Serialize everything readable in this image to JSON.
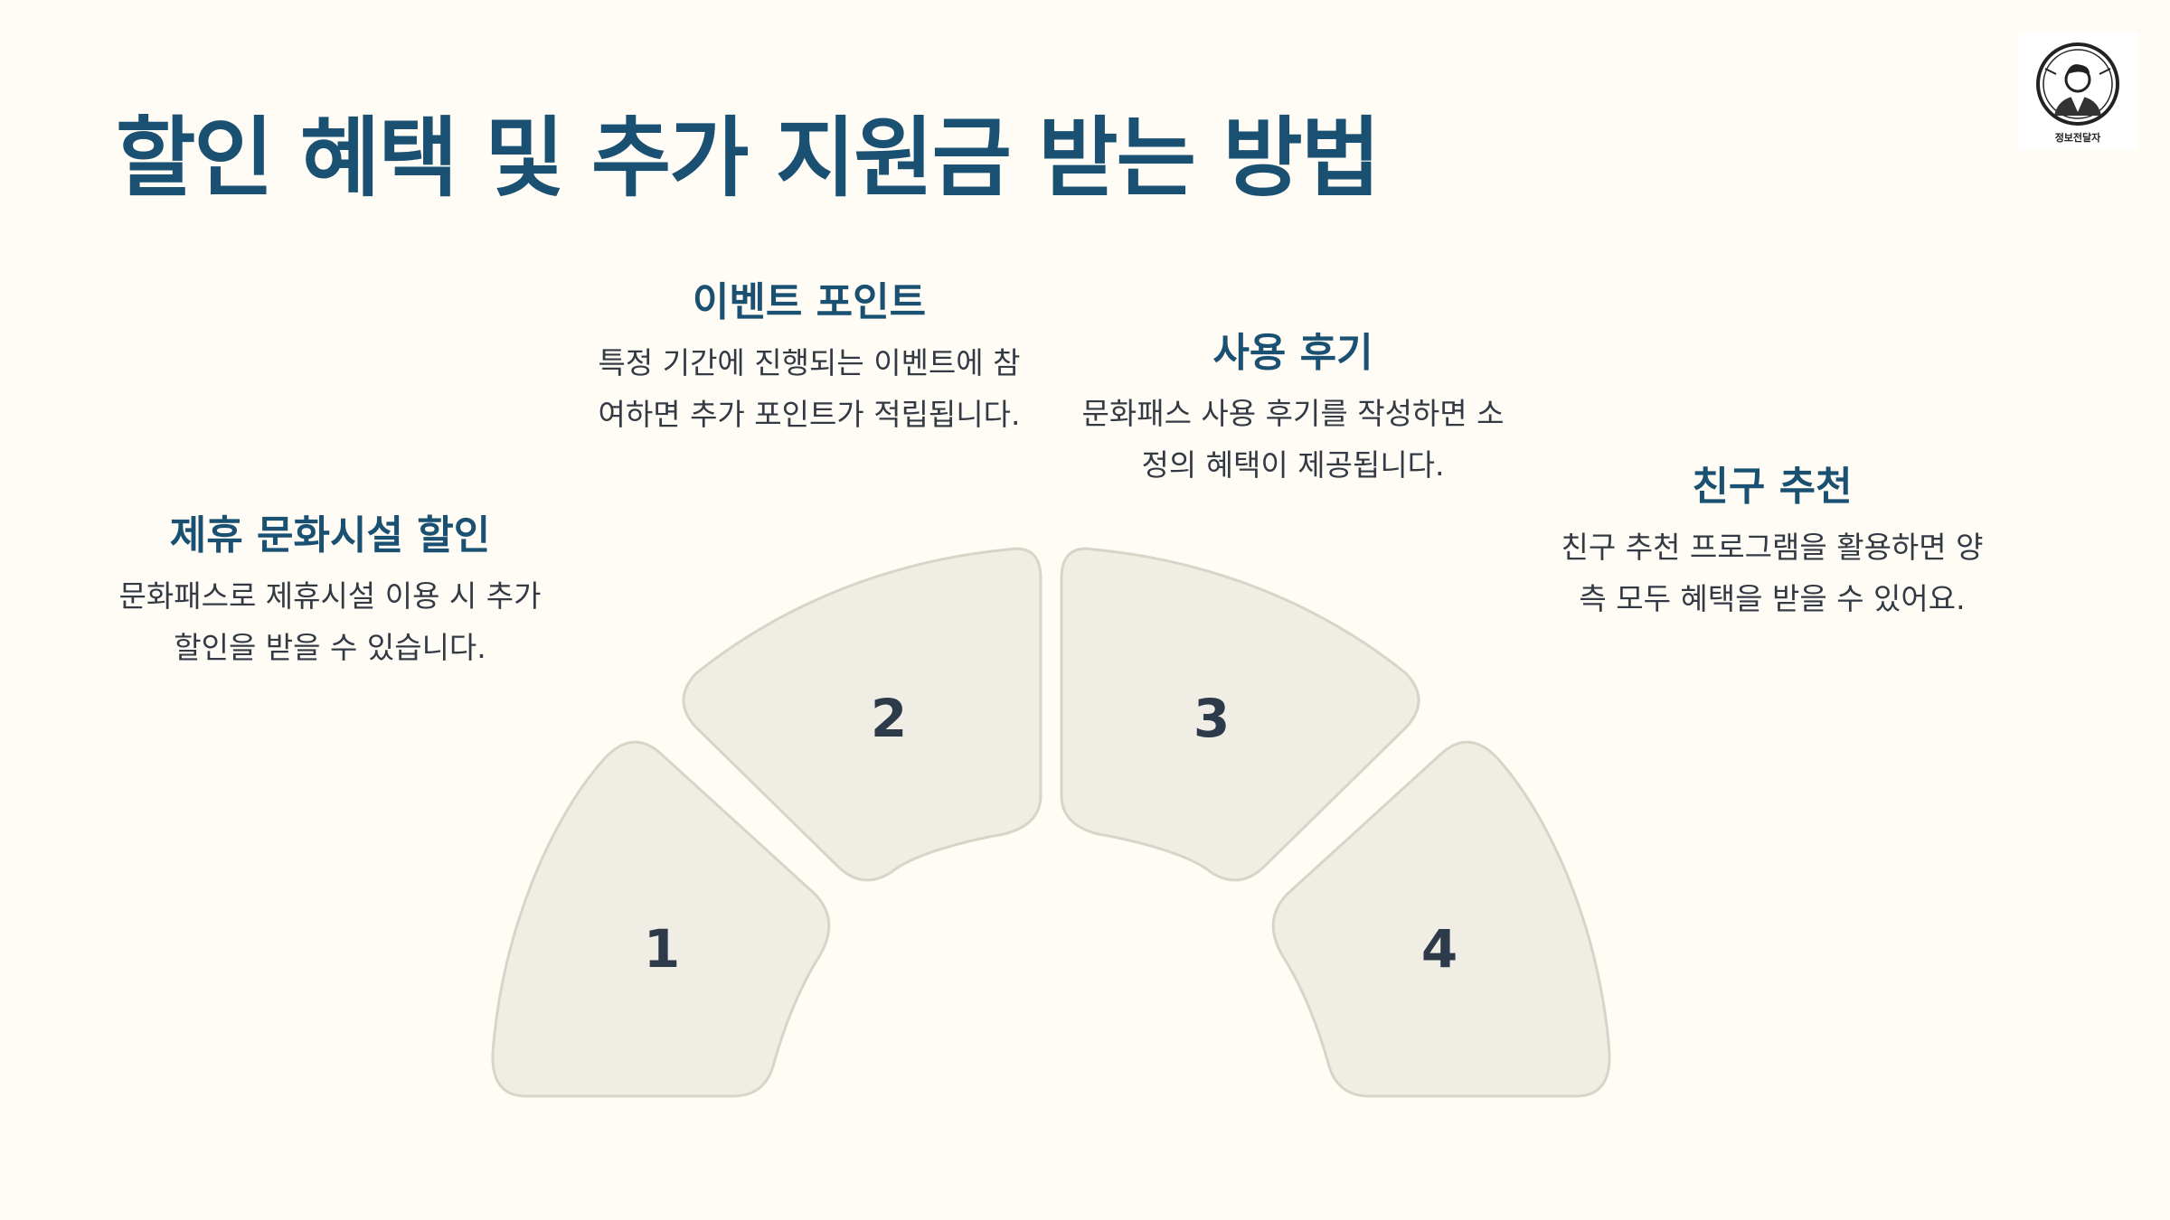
{
  "title": "할인 혜택 및 추가 지원금 받는 방법",
  "logo": {
    "label": "정보전달자",
    "icon": "person-avatar-icon"
  },
  "segments": [
    {
      "number": "1",
      "heading": "제휴 문화시설 할인",
      "text": "문화패스로 제휴시설 이용 시 추가 할인을 받을 수 있습니다."
    },
    {
      "number": "2",
      "heading": "이벤트 포인트",
      "text": "특정 기간에 진행되는 이벤트에 참여하면 추가 포인트가 적립됩니다."
    },
    {
      "number": "3",
      "heading": "사용 후기",
      "text": "문화패스 사용 후기를 작성하면 소정의 혜택이 제공됩니다."
    },
    {
      "number": "4",
      "heading": "친구 추천",
      "text": "친구 추천 프로그램을 활용하면 양측 모두 혜택을 받을 수 있어요."
    }
  ],
  "colors": {
    "background": "#fffcf5",
    "title": "#1a5071",
    "segment_fill": "#f0ede4",
    "segment_stroke": "#d8d4c8",
    "number": "#2d3a4a"
  }
}
